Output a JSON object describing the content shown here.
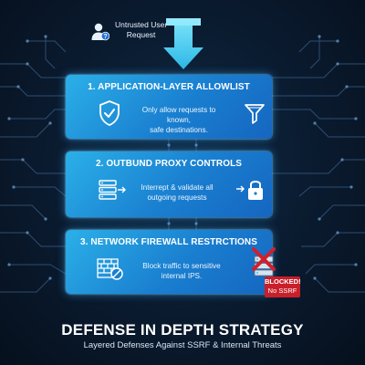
{
  "source": {
    "label_line1": "Untrusted User",
    "label_line2": "Request",
    "icon": "user-question-icon"
  },
  "layers": [
    {
      "title": "1. APPLICATION-LAYER ALLOWLIST",
      "desc_line1": "Only allow requests to known,",
      "desc_line2": "safe destinations.",
      "left_icon": "shield-check-icon",
      "right_icon": "filter-funnel-icon"
    },
    {
      "title": "2. OUTBUND PROXY CONTROLS",
      "desc_line1": "Interrept & validate all",
      "desc_line2": "outgoing requests",
      "left_icon": "server-rack-icon",
      "right_icon": "padlock-icon"
    },
    {
      "title": "3. NETWORK FIREWALL RESTRCTIONS",
      "desc_line1": "Block traffic to sensitive",
      "desc_line2": "internal IPS.",
      "left_icon": "firewall-icon",
      "right_icon": "blocked-server-icon"
    }
  ],
  "blocked_badge": {
    "line1": "BLOCKED!",
    "line2": "No SSRF"
  },
  "footer": {
    "title": "DEFENSE IN DEPTH STRATEGY",
    "subtitle": "Layered Defenses Against SSRF & Internal Threats"
  },
  "colors": {
    "background": "#0a1a2e",
    "card_blue": "#1a7fd0",
    "funnel_cyan": "#4fd6f2",
    "blocked_red": "#c81f2a",
    "circuit_line": "#3a5f86"
  }
}
